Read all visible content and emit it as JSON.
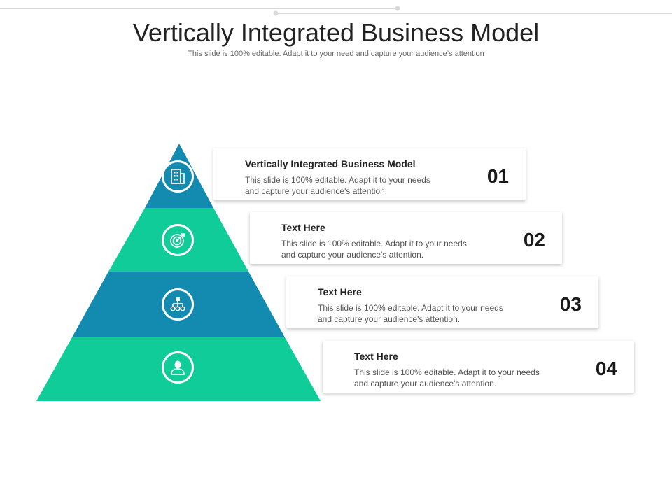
{
  "header": {
    "title": "Vertically Integrated Business Model",
    "subtitle": "This slide is 100% editable. Adapt it to your need and capture your audience’s attention"
  },
  "colors": {
    "teal": "#0fcc98",
    "blue": "#138bb0",
    "icon_stroke": "#ffffff",
    "shadow_line": "#d9d9d9"
  },
  "levels": [
    {
      "number": "01",
      "heading": "Vertically Integrated Business Model",
      "body": "This slide is 100% editable. Adapt it to your needs and capture your audience's attention.",
      "icon": "building-icon",
      "color": "#138bb0"
    },
    {
      "number": "02",
      "heading": "Text Here",
      "body": "This slide is 100% editable. Adapt it to your needs and capture your audience's attention.",
      "icon": "target-icon",
      "color": "#0fcc98"
    },
    {
      "number": "03",
      "heading": "Text Here",
      "body": "This slide is 100% editable. Adapt it to your needs and capture your audience's attention.",
      "icon": "hierarchy-icon",
      "color": "#138bb0"
    },
    {
      "number": "04",
      "heading": "Text Here",
      "body": "This slide is 100% editable. Adapt it to your needs and capture your audience's attention.",
      "icon": "user-icon",
      "color": "#0fcc98"
    }
  ]
}
